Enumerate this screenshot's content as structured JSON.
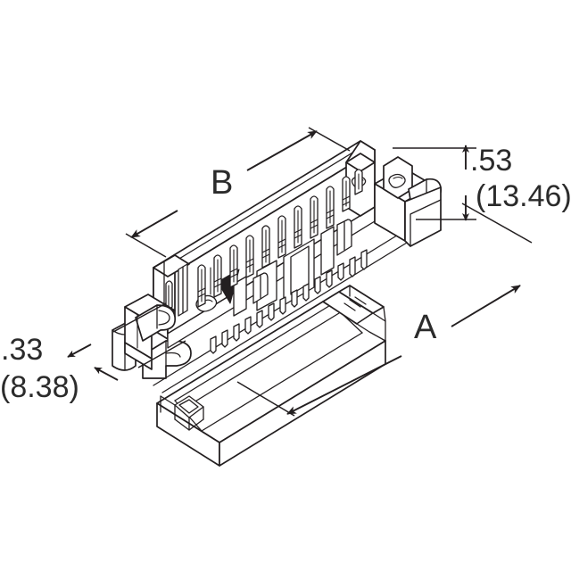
{
  "drawing": {
    "title": "Connector isometric dimensional drawing",
    "subject": "ribbon-cable latching pin header with mating cover",
    "view": "isometric exploded",
    "line_color": "#231f20",
    "fill_color": "#ffffff",
    "background_color": "#ffffff",
    "text_color": "#2b2b2b",
    "units_note": "inch with millimeter in parentheses"
  },
  "dimensions": {
    "length_b": {
      "name": "length-dimension-b",
      "label": "B",
      "type": "reference-letter",
      "applies_to": "header body length"
    },
    "length_a": {
      "name": "length-dimension-a",
      "label": "A",
      "type": "reference-letter",
      "applies_to": "overall mated length"
    },
    "height": {
      "name": "height-dimension",
      "inch": ".53",
      "mm": "(13.46)",
      "applies_to": "header height above board"
    },
    "depth": {
      "name": "depth-dimension",
      "inch": ".33",
      "mm": "(8.38)",
      "applies_to": "body depth / width"
    }
  },
  "features": {
    "pin_row_count": 11,
    "solder_tail_count": 14,
    "latch_count": 2,
    "polarizing_notch": 1
  }
}
